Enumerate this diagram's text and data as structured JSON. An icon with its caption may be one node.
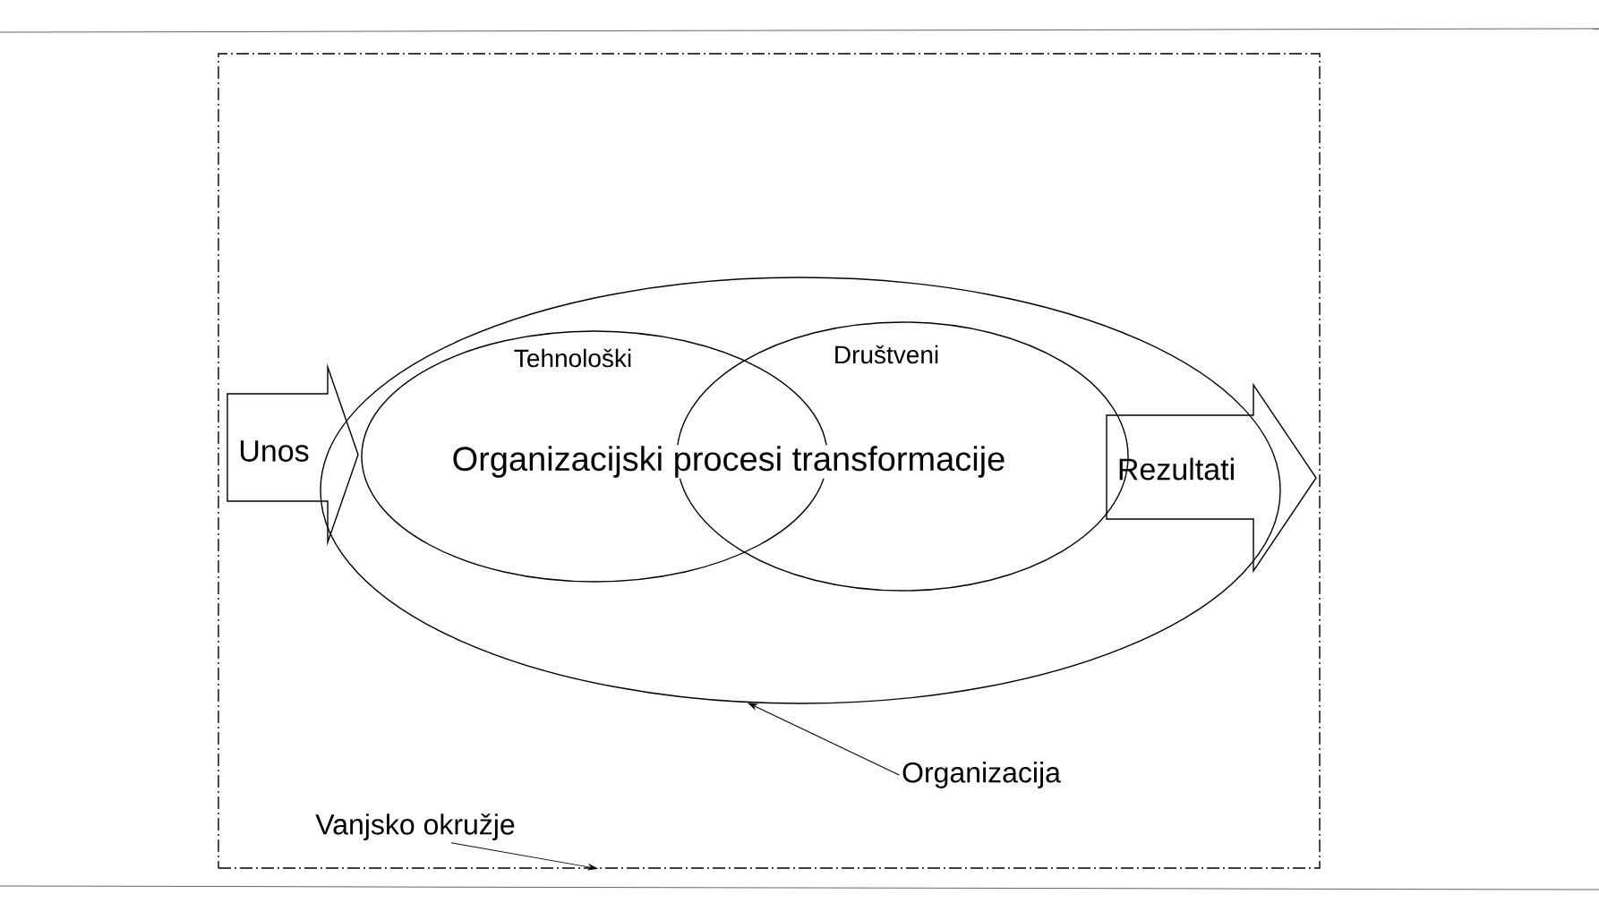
{
  "diagram": {
    "nodes": [
      {
        "text": [],
        "shape": "box"
      },
      {
        "text": [],
        "shape": "ellipse",
        "in": 0
      },
      {
        "text": [
          "Tehnološki"
        ],
        "in": 1
      },
      {
        "text": [
          "Društveni"
        ],
        "in": 1
      },
      {
        "text": [
          "Unos"
        ],
        "in": 0
      },
      {
        "text": [
          "Rezultati"
        ],
        "in": 0
      },
      {
        "text": [
          "Organizacija"
        ],
        "in": 0
      },
      {
        "text": [
          "Vanjsko okružje"
        ],
        "in": 0
      }
    ],
    "edges": [
      {
        "from": 6,
        "to": 1,
        "arrow": "to"
      },
      {
        "from": 7,
        "to": 0,
        "arrow": "to"
      }
    ],
    "labels": [
      "Organizacijski procesi transformacije"
    ]
  }
}
